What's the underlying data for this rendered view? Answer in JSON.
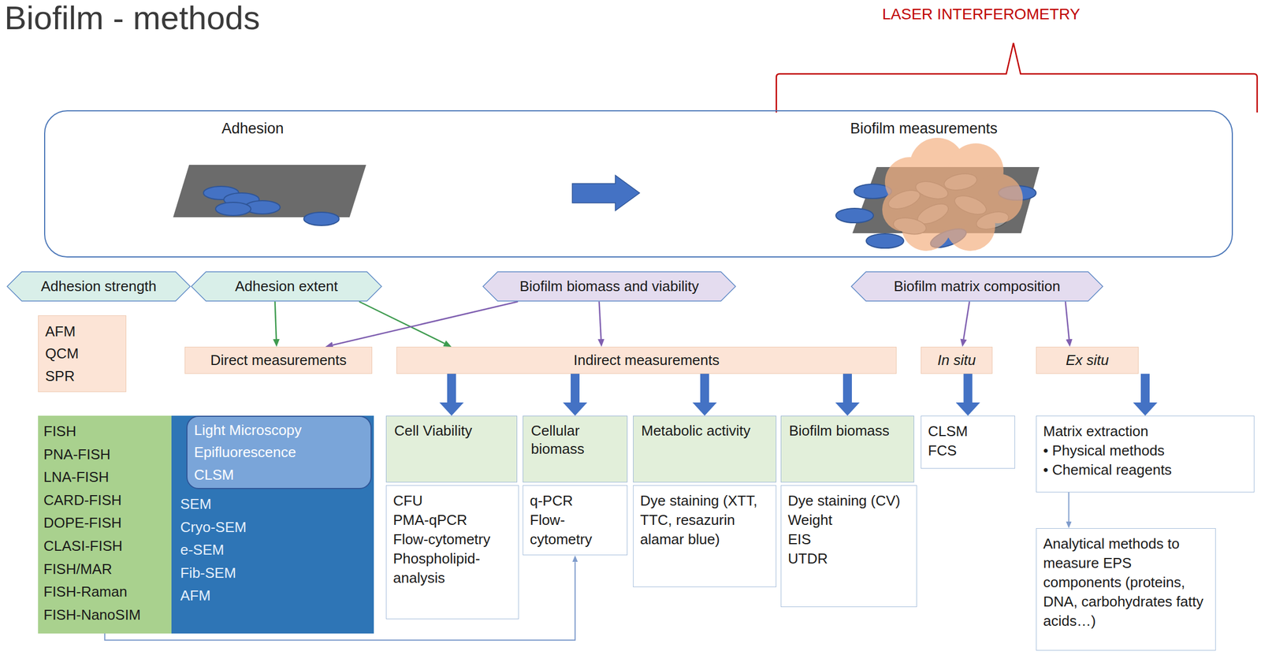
{
  "diagram": {
    "title": "Biofilm - methods",
    "nodes": [
      {
        "text": [
          "Adhesion",
          "Biofilm measurements"
        ]
      },
      {
        "text": [
          "Adhesion strength"
        ]
      },
      {
        "text": [
          "Adhesion extent"
        ]
      },
      {
        "text": [
          "Biofilm biomass and viability"
        ]
      },
      {
        "text": [
          "Biofilm matrix composition"
        ]
      },
      {
        "text": [
          "AFM",
          "QCM",
          "SPR"
        ]
      },
      {
        "text": [
          "Direct measurements"
        ]
      },
      {
        "text": [
          "Indirect measurements"
        ]
      },
      {
        "text": [
          "In situ"
        ]
      },
      {
        "text": [
          "Ex situ"
        ]
      },
      {
        "text": [
          "FISH",
          "PNA-FISH",
          "LNA-FISH",
          "CARD-FISH",
          "DOPE-FISH",
          "CLASI-FISH",
          "FISH/MAR",
          "FISH-Raman",
          "FISH-NanoSIM"
        ]
      },
      {
        "text": [
          "SEM",
          "Cryo-SEM",
          "e-SEM",
          "Fib-SEM",
          "AFM"
        ]
      },
      {
        "text": [
          "Light Microscopy",
          "Epifluorescence",
          "CLSM"
        ],
        "in": 11
      },
      {
        "text": [
          "Cell Viability"
        ]
      },
      {
        "text": [
          "Cellular biomass"
        ]
      },
      {
        "text": [
          "Metabolic activity"
        ]
      },
      {
        "text": [
          "Biofilm biomass"
        ]
      },
      {
        "text": [
          "CLSM",
          "FCS"
        ]
      },
      {
        "text": [
          "Matrix extraction",
          "• Physical methods",
          "• Chemical reagents"
        ]
      },
      {
        "text": [
          "CFU",
          "PMA-qPCR",
          "Flow-cytometry",
          "Phospholipid-analysis"
        ]
      },
      {
        "text": [
          "q-PCR",
          "Flow-cytometry"
        ]
      },
      {
        "text": [
          "Dye staining (XTT, TTC, resazurin alamar blue)"
        ]
      },
      {
        "text": [
          "Dye staining (CV)",
          "Weight",
          "EIS",
          "UTDR"
        ]
      },
      {
        "text": [
          "Analytical methods to measure EPS components (proteins, DNA, carbohydrates fatty acids…)"
        ]
      }
    ],
    "edges": [
      {
        "from": 2,
        "to": 6,
        "arrow": "to"
      },
      {
        "from": 2,
        "to": 7,
        "arrow": "to"
      },
      {
        "from": 3,
        "to": 6,
        "arrow": "to"
      },
      {
        "from": 3,
        "to": 7,
        "arrow": "to"
      },
      {
        "from": 4,
        "to": 8,
        "arrow": "to"
      },
      {
        "from": 4,
        "to": 9,
        "arrow": "to"
      },
      {
        "from": 7,
        "to": 13,
        "arrow": "to"
      },
      {
        "from": 7,
        "to": 14,
        "arrow": "to"
      },
      {
        "from": 7,
        "to": 15,
        "arrow": "to"
      },
      {
        "from": 7,
        "to": 16,
        "arrow": "to"
      },
      {
        "from": 8,
        "to": 17,
        "arrow": "to"
      },
      {
        "from": 9,
        "to": 18,
        "arrow": "to"
      },
      {
        "from": 18,
        "to": 23,
        "arrow": "to"
      },
      {
        "from": 10,
        "to": 12,
        "arrow": "none"
      },
      {
        "from": 10,
        "to": 20,
        "arrow": "to"
      }
    ],
    "labels": [
      "LASER INTERFEROMETRY"
    ]
  }
}
